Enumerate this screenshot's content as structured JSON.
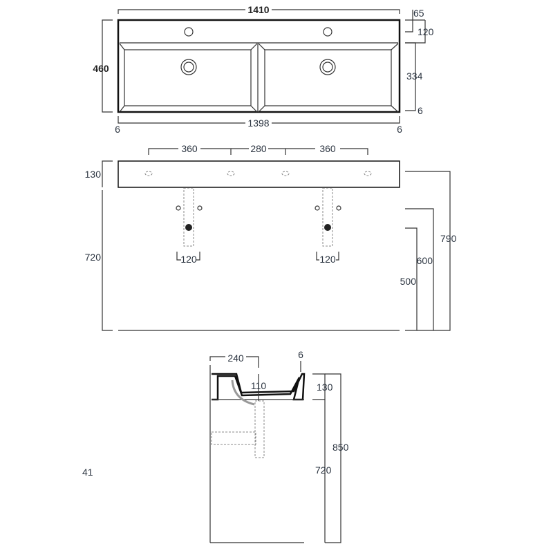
{
  "top_view": {
    "overall_width": "1410",
    "depth": "460",
    "inner_width": "1398",
    "side_left": "6",
    "side_right": "6",
    "tap_offset": "65",
    "deck": "120",
    "basin": "334",
    "rim": "6"
  },
  "front_view": {
    "spacing_1": "360",
    "spacing_2": "280",
    "spacing_3": "360",
    "thickness": "130",
    "height_below": "720",
    "drain_left": "120",
    "drain_right": "120",
    "h_500": "500",
    "h_600": "600",
    "h_790": "790"
  },
  "side_view": {
    "depth_240": "240",
    "wall_6": "6",
    "drain_110": "110",
    "thickness_130": "130",
    "total_850": "850",
    "below_720": "720"
  },
  "fragment_label": "41"
}
